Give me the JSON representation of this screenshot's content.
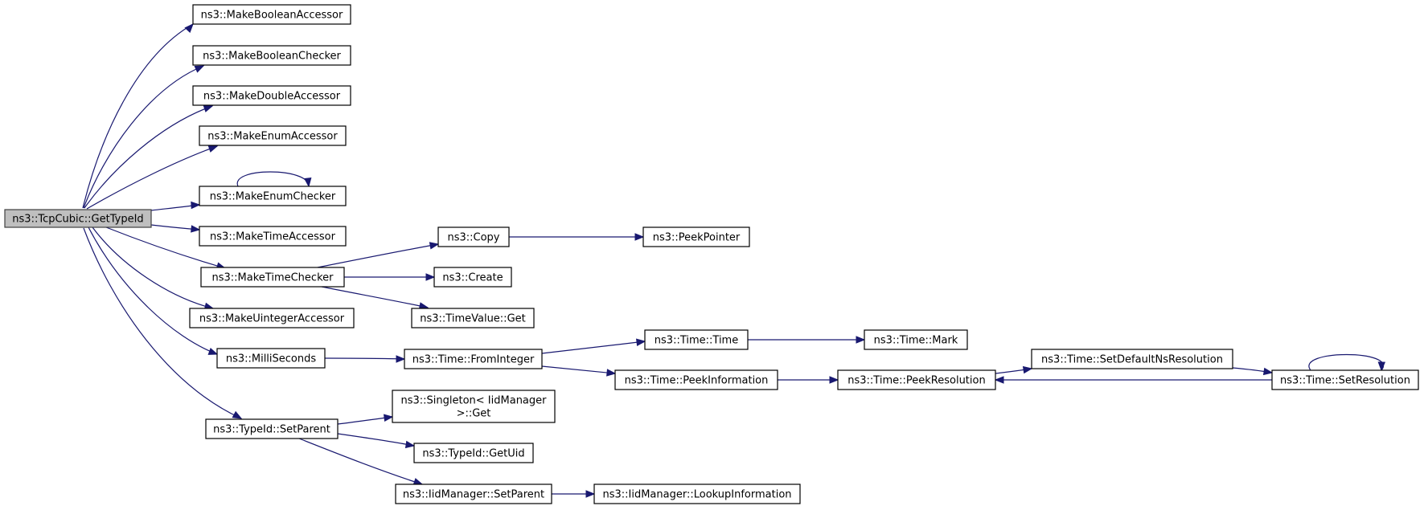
{
  "diagram": {
    "nodes": [
      {
        "id": "root",
        "lines": [
          "ns3::TcpCubic::GetTypeId"
        ],
        "root": true
      },
      {
        "id": "mba",
        "lines": [
          "ns3::MakeBooleanAccessor"
        ]
      },
      {
        "id": "mbc",
        "lines": [
          "ns3::MakeBooleanChecker"
        ]
      },
      {
        "id": "mda",
        "lines": [
          "ns3::MakeDoubleAccessor"
        ]
      },
      {
        "id": "mea",
        "lines": [
          "ns3::MakeEnumAccessor"
        ]
      },
      {
        "id": "mec",
        "lines": [
          "ns3::MakeEnumChecker"
        ]
      },
      {
        "id": "mta",
        "lines": [
          "ns3::MakeTimeAccessor"
        ]
      },
      {
        "id": "mtc",
        "lines": [
          "ns3::MakeTimeChecker"
        ]
      },
      {
        "id": "mua",
        "lines": [
          "ns3::MakeUintegerAccessor"
        ]
      },
      {
        "id": "ms",
        "lines": [
          "ns3::MilliSeconds"
        ]
      },
      {
        "id": "tsp",
        "lines": [
          "ns3::TypeId::SetParent"
        ]
      },
      {
        "id": "copy",
        "lines": [
          "ns3::Copy"
        ]
      },
      {
        "id": "pp",
        "lines": [
          "ns3::PeekPointer"
        ]
      },
      {
        "id": "cr",
        "lines": [
          "ns3::Create"
        ]
      },
      {
        "id": "tvg",
        "lines": [
          "ns3::TimeValue::Get"
        ]
      },
      {
        "id": "tfi",
        "lines": [
          "ns3::Time::FromInteger"
        ]
      },
      {
        "id": "tt",
        "lines": [
          "ns3::Time::Time"
        ]
      },
      {
        "id": "tm",
        "lines": [
          "ns3::Time::Mark"
        ]
      },
      {
        "id": "tpi",
        "lines": [
          "ns3::Time::PeekInformation"
        ]
      },
      {
        "id": "tpr",
        "lines": [
          "ns3::Time::PeekResolution"
        ]
      },
      {
        "id": "tsd",
        "lines": [
          "ns3::Time::SetDefaultNsResolution"
        ]
      },
      {
        "id": "tsr",
        "lines": [
          "ns3::Time::SetResolution"
        ]
      },
      {
        "id": "sg",
        "lines": [
          "ns3::Singleton< IidManager",
          ">::Get"
        ]
      },
      {
        "id": "tgu",
        "lines": [
          "ns3::TypeId::GetUid"
        ]
      },
      {
        "id": "isp",
        "lines": [
          "ns3::IidManager::SetParent"
        ]
      },
      {
        "id": "ili",
        "lines": [
          "ns3::IidManager::LookupInformation"
        ]
      }
    ],
    "edges": [
      {
        "from": "root",
        "to": "mba"
      },
      {
        "from": "root",
        "to": "mbc"
      },
      {
        "from": "root",
        "to": "mda"
      },
      {
        "from": "root",
        "to": "mea"
      },
      {
        "from": "root",
        "to": "mec"
      },
      {
        "from": "root",
        "to": "mta"
      },
      {
        "from": "root",
        "to": "mtc"
      },
      {
        "from": "root",
        "to": "mua"
      },
      {
        "from": "root",
        "to": "ms"
      },
      {
        "from": "root",
        "to": "tsp"
      },
      {
        "from": "mec",
        "to": "mec"
      },
      {
        "from": "mtc",
        "to": "copy"
      },
      {
        "from": "mtc",
        "to": "cr"
      },
      {
        "from": "mtc",
        "to": "tvg"
      },
      {
        "from": "copy",
        "to": "pp"
      },
      {
        "from": "ms",
        "to": "tfi"
      },
      {
        "from": "tfi",
        "to": "tt"
      },
      {
        "from": "tfi",
        "to": "tpi"
      },
      {
        "from": "tt",
        "to": "tm"
      },
      {
        "from": "tpi",
        "to": "tpr"
      },
      {
        "from": "tpr",
        "to": "tsd"
      },
      {
        "from": "tsd",
        "to": "tsr"
      },
      {
        "from": "tsr",
        "to": "tpr"
      },
      {
        "from": "tsr",
        "to": "tsr"
      },
      {
        "from": "tsp",
        "to": "sg"
      },
      {
        "from": "tsp",
        "to": "tgu"
      },
      {
        "from": "tsp",
        "to": "isp"
      },
      {
        "from": "isp",
        "to": "ili"
      }
    ],
    "colors": {
      "edge": "#191970",
      "root_fill": "#bfbfbf",
      "node_fill": "#ffffff"
    }
  }
}
